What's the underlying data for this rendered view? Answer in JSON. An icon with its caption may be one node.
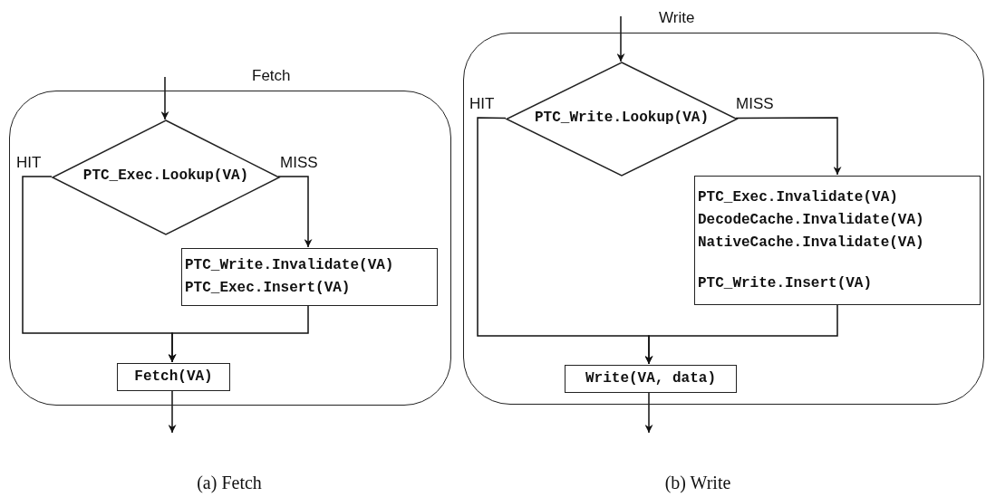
{
  "diagram": {
    "nodes": [
      {
        "text": [
          "Fetch"
        ]
      },
      {
        "text": [
          "PTC_Exec.Lookup(VA)"
        ],
        "in": 0
      },
      {
        "text": [
          "PTC_Write.Invalidate(VA)",
          "PTC_Exec.Insert(VA)"
        ],
        "in": 0
      },
      {
        "text": [
          "Fetch(VA)"
        ],
        "in": 0
      },
      {
        "text": [
          "Write"
        ]
      },
      {
        "text": [
          "PTC_Write.Lookup(VA)"
        ],
        "in": 4
      },
      {
        "text": [
          "PTC_Exec.Invalidate(VA)",
          "DecodeCache.Invalidate(VA)",
          "NativeCache.Invalidate(VA)",
          "PTC_Write.Insert(VA)"
        ],
        "in": 4
      },
      {
        "text": [
          "Write(VA, data)"
        ],
        "in": 4
      }
    ],
    "edges": [
      {
        "from": null,
        "to": 1,
        "arrow": "to"
      },
      {
        "from": 1,
        "to": 3,
        "arrow": "to",
        "label": "HIT"
      },
      {
        "from": 1,
        "to": 2,
        "arrow": "to",
        "label": "MISS"
      },
      {
        "from": 2,
        "to": 3,
        "arrow": "to"
      },
      {
        "from": 3,
        "to": null,
        "arrow": "to"
      },
      {
        "from": null,
        "to": 5,
        "arrow": "to"
      },
      {
        "from": 5,
        "to": 7,
        "arrow": "to",
        "label": "HIT"
      },
      {
        "from": 5,
        "to": 6,
        "arrow": "to",
        "label": "MISS"
      },
      {
        "from": 6,
        "to": 7,
        "arrow": "to"
      },
      {
        "from": 7,
        "to": null,
        "arrow": "to"
      }
    ],
    "labels": [
      "(a) Fetch",
      "(b) Write"
    ]
  }
}
